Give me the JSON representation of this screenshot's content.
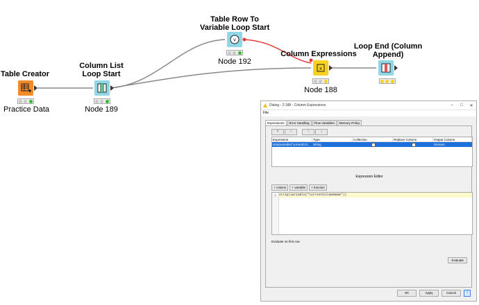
{
  "nodes": {
    "table_creator": {
      "title": "Table Creator",
      "label": "Practice Data",
      "color": "#f28c28"
    },
    "column_list_loop": {
      "title_line1": "Column List",
      "title_line2": "Loop Start",
      "label": "Node 189",
      "color": "#8fd6e6"
    },
    "table_row_to_var": {
      "title_line1": "Table Row To",
      "title_line2": "Variable Loop Start",
      "label": "Node 192",
      "color": "#8fd6e6"
    },
    "column_expressions": {
      "title": "Column Expressions",
      "label": "Node 188",
      "color": "#f7d21e"
    },
    "loop_end": {
      "title_line1": "Loop End (Column",
      "title_line2": "Append)",
      "label": "",
      "color": "#8fd6e6"
    }
  },
  "dialog": {
    "title": "Dialog - 2:188 - Column Expressions",
    "menu_file": "File",
    "tabs": [
      "Expressions",
      "Error Handling",
      "Flow Variables",
      "Memory Policy"
    ],
    "toolbar": {
      "add": "+",
      "remove": "−",
      "up": "↑",
      "down": "↓"
    },
    "table_headers": [
      "Expression",
      "Type",
      "Collection",
      "Replace Column",
      "Output Column"
    ],
    "table_row": {
      "expression": "strip(variable(\"currentCol...",
      "type": "String",
      "output": "Division"
    },
    "editor_title": "Expression Editor",
    "insert_buttons": [
      "column",
      "variable",
      "function"
    ],
    "line_number": "1",
    "code": "strip(variable(\"currentColumnName\"))",
    "evaluate_first_row": "Evaluate on first row",
    "evaluate_button": "Evaluate",
    "ok": "OK",
    "apply": "Apply",
    "cancel": "Cancel",
    "help": "?"
  }
}
